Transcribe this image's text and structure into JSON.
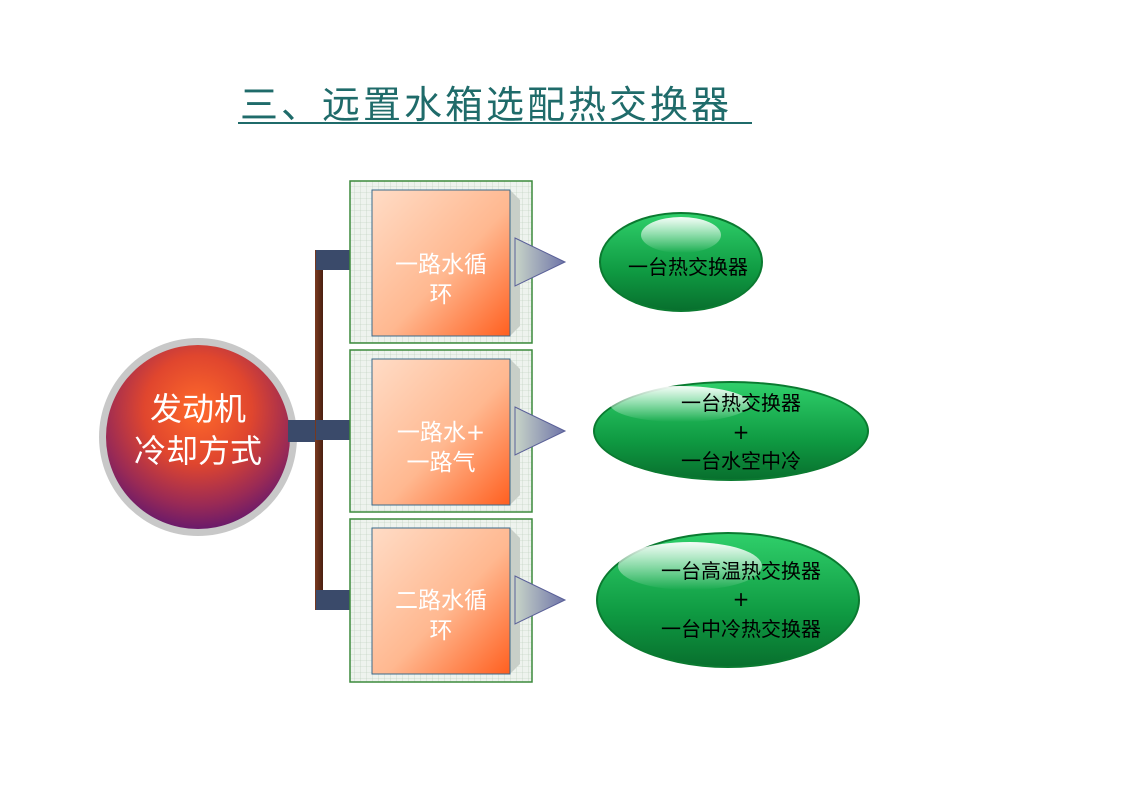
{
  "title": "三、远置水箱选配热交换器",
  "center": {
    "line1": "发动机",
    "line2": "冷却方式"
  },
  "branches": [
    {
      "line1": "一路水循",
      "line2": "环",
      "result": [
        "一台热交换器"
      ]
    },
    {
      "line1": "一路水+",
      "line2": "一路气",
      "result": [
        "一台热交换器",
        "+",
        "一台水空中冷"
      ]
    },
    {
      "line1": "二路水循",
      "line2": "环",
      "result": [
        "一台高温热交换器",
        "+",
        "一台中冷热交换器"
      ]
    }
  ],
  "colors": {
    "title": "#1f6b6a",
    "connector": "#3a4a6a",
    "box_border": "#3c8a3c",
    "arrow": "#6e74a8",
    "ellipse": "#12a64a"
  }
}
